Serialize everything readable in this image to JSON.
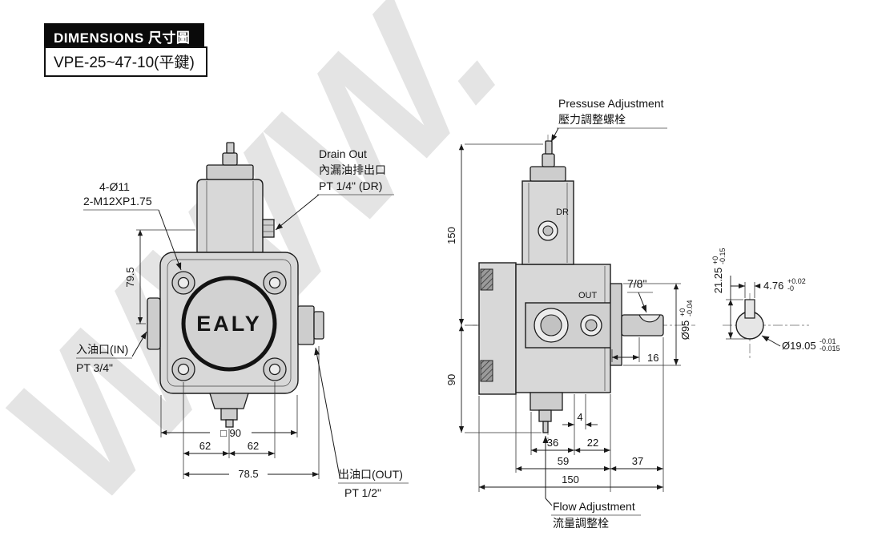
{
  "header": {
    "title": "DIMENSIONS 尺寸圖",
    "model": "VPE-25~47-10(平鍵)"
  },
  "watermark": "WWW.",
  "front_view": {
    "logo": "EALY",
    "bolt_label_1": "4-Ø11",
    "bolt_label_2": "2-M12XP1.75",
    "drain_label_1": "Drain Out",
    "drain_label_2": "內漏油排出口",
    "drain_label_3": "PT 1/4\" (DR)",
    "inlet_label_1": "入油口(IN)",
    "inlet_label_2": "PT 3/4\"",
    "outlet_label_1": "出油口(OUT)",
    "outlet_label_2": "PT 1/2\"",
    "dim_height": "79.5",
    "dim_square": "□ 90",
    "dim_left_62": "62",
    "dim_right_62": "62",
    "dim_total": "78.5"
  },
  "side_view": {
    "pressure_label_1": "Pressuse Adjustment",
    "pressure_label_2": "壓力調整螺栓",
    "flow_label_1": "Flow Adjustment",
    "flow_label_2": "流量調整栓",
    "port_dr": "DR",
    "port_out": "OUT",
    "dim_key": "7/8\"",
    "dim_upper": "150",
    "dim_lower": "90",
    "dim_16": "16",
    "dim_4": "4",
    "dim_36": "36",
    "dim_22": "22",
    "dim_59": "59",
    "dim_37": "37",
    "dim_total": "150",
    "dim_pilot": "Ø95",
    "dim_pilot_tol_top": "+0",
    "dim_pilot_tol_bot": "-0.04"
  },
  "shaft_detail": {
    "dim_height": "21.25",
    "dim_height_tol_top": "+0",
    "dim_height_tol_bot": "-0.15",
    "dim_key_w": "4.76",
    "dim_key_w_tol_top": "+0.02",
    "dim_key_w_tol_bot": "-0",
    "dim_dia": "Ø19.05",
    "dim_dia_tol_top": "-0.01",
    "dim_dia_tol_bot": "-0.015"
  }
}
